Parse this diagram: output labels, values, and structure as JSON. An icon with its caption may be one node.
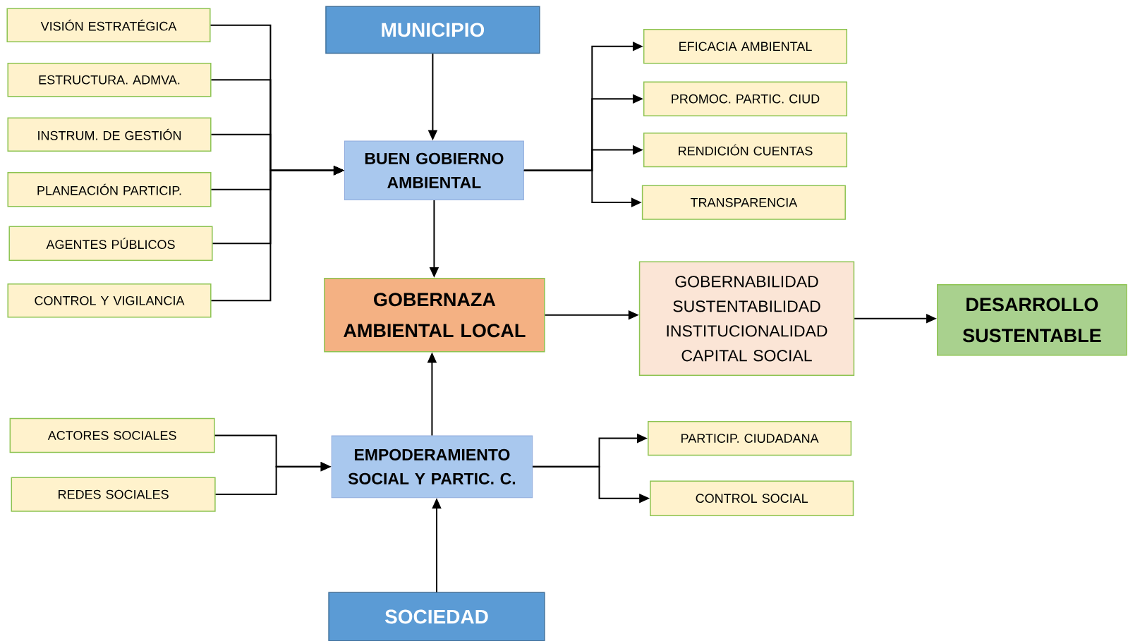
{
  "diagram": {
    "nodes": [
      {
        "text": [
          "MUNICIPIO"
        ]
      },
      {
        "text": [
          "BUEN GOBIERNO AMBIENTAL"
        ]
      },
      {
        "text": [
          "GOBERNAZA AMBIENTAL LOCAL"
        ]
      },
      {
        "text": [
          "EMPODERAMIENTO SOCIAL Y PARTIC. C."
        ]
      },
      {
        "text": [
          "SOCIEDAD"
        ]
      },
      {
        "text": [
          "VISIÓN ESTRATÉGICA"
        ]
      },
      {
        "text": [
          "ESTRUCTURA. ADMVA."
        ]
      },
      {
        "text": [
          "INSTRUM. DE GESTIÓN"
        ]
      },
      {
        "text": [
          "PLANEACIÓN PARTICIP."
        ]
      },
      {
        "text": [
          "AGENTES PÚBLICOS"
        ]
      },
      {
        "text": [
          "CONTROL Y VIGILANCIA"
        ]
      },
      {
        "text": [
          "EFICACIA AMBIENTAL"
        ]
      },
      {
        "text": [
          "PROMOC. PARTIC. CIUD"
        ]
      },
      {
        "text": [
          "RENDICIÓN CUENTAS"
        ]
      },
      {
        "text": [
          "TRANSPARENCIA"
        ]
      },
      {
        "text": [
          "GOBERNABILIDAD",
          "SUSTENTABILIDAD",
          "INSTITUCIONALIDAD",
          "CAPITAL SOCIAL"
        ]
      },
      {
        "text": [
          "DESARROLLO SUSTENTABLE"
        ]
      },
      {
        "text": [
          "ACTORES SOCIALES"
        ]
      },
      {
        "text": [
          "REDES SOCIALES"
        ]
      },
      {
        "text": [
          "PARTICIP. CIUDADANA"
        ]
      },
      {
        "text": [
          "CONTROL SOCIAL"
        ]
      }
    ],
    "edges": [
      {
        "from": 0,
        "to": 1,
        "arrow": "to"
      },
      {
        "from": 1,
        "to": 2,
        "arrow": "to"
      },
      {
        "from": 3,
        "to": 2,
        "arrow": "to"
      },
      {
        "from": 4,
        "to": 3,
        "arrow": "to"
      },
      {
        "from": 5,
        "to": 1,
        "arrow": "to"
      },
      {
        "from": 6,
        "to": 1,
        "arrow": "to"
      },
      {
        "from": 7,
        "to": 1,
        "arrow": "to"
      },
      {
        "from": 8,
        "to": 1,
        "arrow": "to"
      },
      {
        "from": 9,
        "to": 1,
        "arrow": "to"
      },
      {
        "from": 10,
        "to": 1,
        "arrow": "to"
      },
      {
        "from": 1,
        "to": 11,
        "arrow": "to"
      },
      {
        "from": 1,
        "to": 12,
        "arrow": "to"
      },
      {
        "from": 1,
        "to": 13,
        "arrow": "to"
      },
      {
        "from": 1,
        "to": 14,
        "arrow": "to"
      },
      {
        "from": 2,
        "to": 15,
        "arrow": "to"
      },
      {
        "from": 15,
        "to": 16,
        "arrow": "to"
      },
      {
        "from": 17,
        "to": 3,
        "arrow": "to"
      },
      {
        "from": 18,
        "to": 3,
        "arrow": "to"
      },
      {
        "from": 3,
        "to": 19,
        "arrow": "to"
      },
      {
        "from": 3,
        "to": 20,
        "arrow": "to"
      }
    ]
  }
}
